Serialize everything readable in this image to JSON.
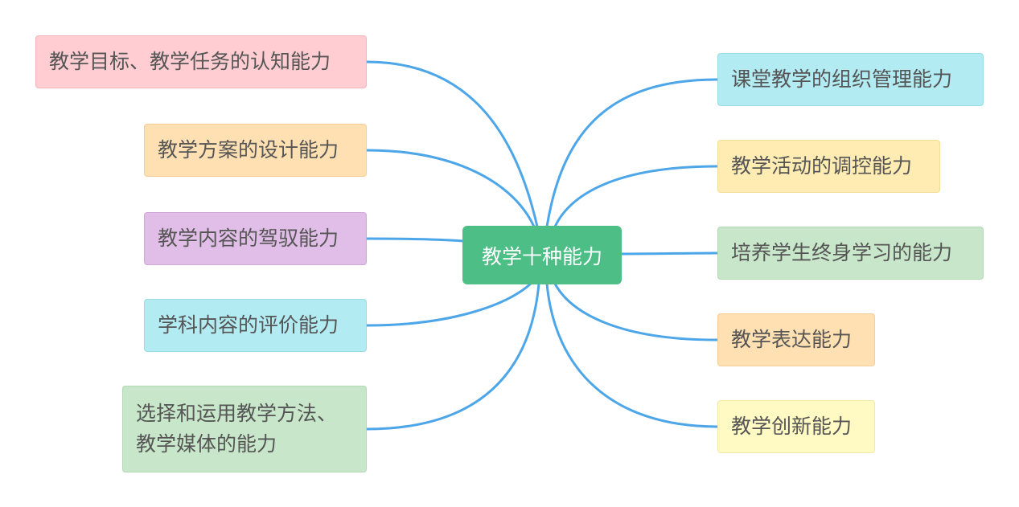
{
  "center": {
    "label": "教学十种能力",
    "color": "#4DBF86"
  },
  "link_color": "#4DA6E8",
  "left": [
    {
      "label": "教学目标、教学任务的认知能力",
      "bg": "#FFCDD2",
      "border": "#F5B3BA"
    },
    {
      "label": "教学方案的设计能力",
      "bg": "#FFE0B2",
      "border": "#F3CE98"
    },
    {
      "label": "教学内容的驾驭能力",
      "bg": "#E1BEE7",
      "border": "#CFA7D7"
    },
    {
      "label": "学科内容的评价能力",
      "bg": "#B2EBF2",
      "border": "#9ADCE5"
    },
    {
      "label_line1": "选择和运用教学方法、",
      "label_line2": "教学媒体的能力",
      "bg": "#C8E6C9",
      "border": "#B2D8B4"
    }
  ],
  "right": [
    {
      "label": "课堂教学的组织管理能力",
      "bg": "#B2EBF2",
      "border": "#9ADCE5"
    },
    {
      "label": "教学活动的调控能力",
      "bg": "#FFECB3",
      "border": "#F3DD98"
    },
    {
      "label": "培养学生终身学习的能力",
      "bg": "#C8E6C9",
      "border": "#B2D8B4"
    },
    {
      "label": "教学表达能力",
      "bg": "#FFE0B2",
      "border": "#F3CE98"
    },
    {
      "label": "教学创新能力",
      "bg": "#FFF9C4",
      "border": "#F0E9A8"
    }
  ]
}
